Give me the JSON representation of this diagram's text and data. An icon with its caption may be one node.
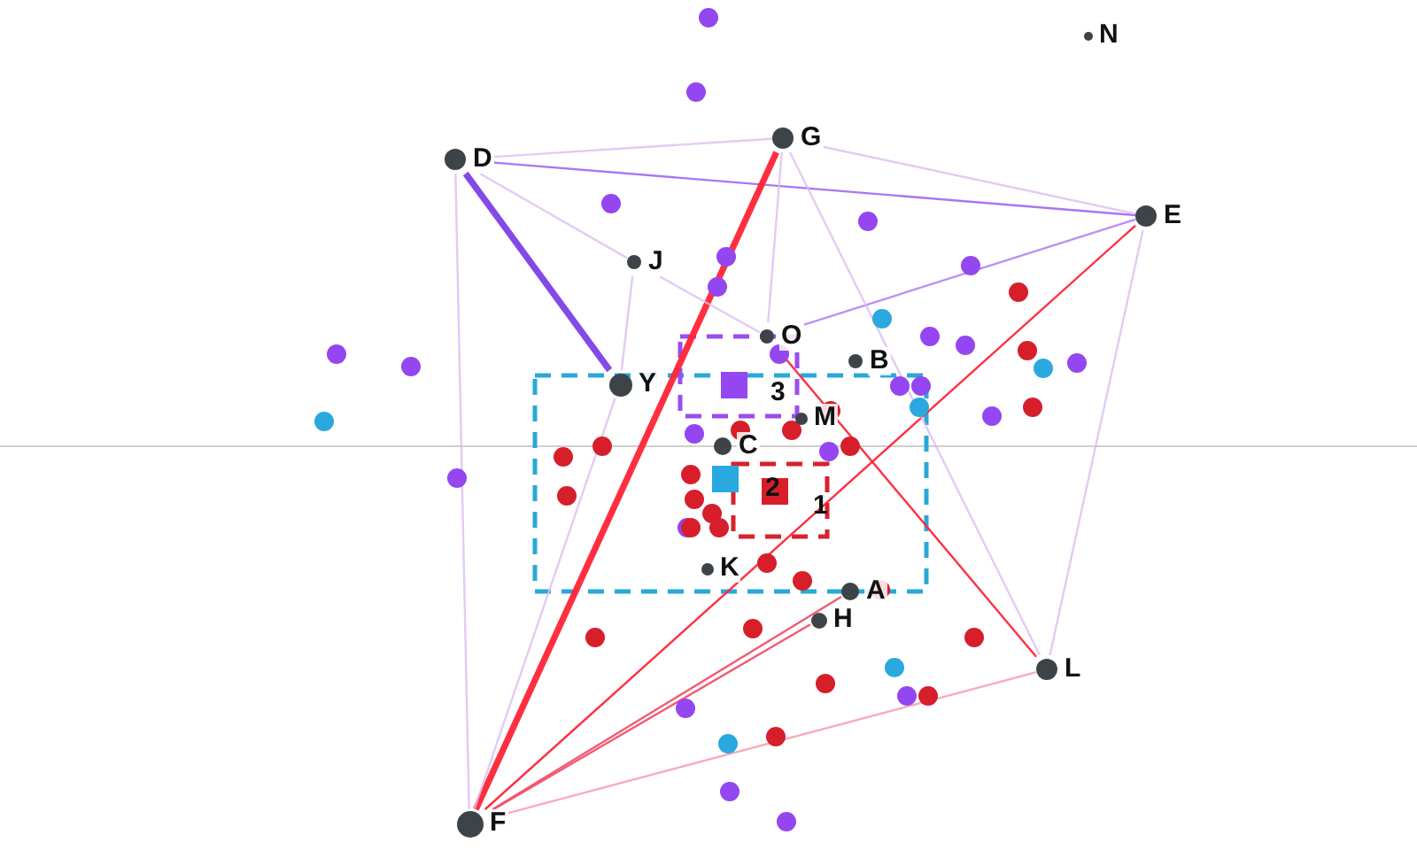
{
  "diagram": {
    "nodes": [
      {
        "text": [
          "N"
        ]
      },
      {
        "text": [
          "G"
        ]
      },
      {
        "text": [
          "D"
        ]
      },
      {
        "text": [
          "E"
        ]
      },
      {
        "text": [
          "J"
        ]
      },
      {
        "text": [
          "O"
        ]
      },
      {
        "text": [
          "B"
        ]
      },
      {
        "text": [
          "Y"
        ]
      },
      {
        "text": [],
        "shape": "box"
      },
      {
        "text": [
          "M"
        ]
      },
      {
        "text": [
          "C"
        ]
      },
      {
        "text": [],
        "shape": "box"
      },
      {
        "text": [],
        "shape": "box"
      },
      {
        "text": [
          "K"
        ]
      },
      {
        "text": [
          "A"
        ]
      },
      {
        "text": [
          "H"
        ]
      },
      {
        "text": [
          "L"
        ]
      },
      {
        "text": [
          "F"
        ]
      }
    ],
    "edges": [
      {
        "from": 2,
        "to": 3,
        "arrow": "none",
        "color": "#a56ef2"
      },
      {
        "from": 2,
        "to": 7,
        "arrow": "none",
        "style": "thick",
        "color": "#7d3fe6"
      },
      {
        "from": 1,
        "to": 17,
        "arrow": "none",
        "style": "thick",
        "color": "#ff2436"
      },
      {
        "from": 3,
        "to": 17,
        "arrow": "none",
        "color": "#ff2436"
      },
      {
        "from": 5,
        "to": 16,
        "arrow": "none",
        "color": "#ff2436"
      },
      {
        "from": 17,
        "to": 15,
        "arrow": "none",
        "color": "#f2506a"
      },
      {
        "from": 17,
        "to": 14,
        "arrow": "none",
        "color": "#f2506a"
      },
      {
        "from": 17,
        "to": 16,
        "arrow": "none",
        "color": "#f7a6b8"
      },
      {
        "from": 3,
        "to": 5,
        "arrow": "none",
        "color": "#b98af2"
      },
      {
        "from": 2,
        "to": 17,
        "arrow": "none"
      },
      {
        "from": 2,
        "to": 1,
        "arrow": "none"
      },
      {
        "from": 1,
        "to": 3,
        "arrow": "none"
      },
      {
        "from": 4,
        "to": 5,
        "arrow": "none"
      },
      {
        "from": 1,
        "to": 5,
        "arrow": "none"
      },
      {
        "from": 2,
        "to": 4,
        "arrow": "none"
      },
      {
        "from": 1,
        "to": 16,
        "arrow": "none"
      },
      {
        "from": 4,
        "to": 7,
        "arrow": "none"
      },
      {
        "from": 3,
        "to": 16,
        "arrow": "none"
      },
      {
        "from": 7,
        "to": 17,
        "arrow": "none"
      }
    ],
    "labels": [
      "3",
      "2",
      "1"
    ]
  }
}
